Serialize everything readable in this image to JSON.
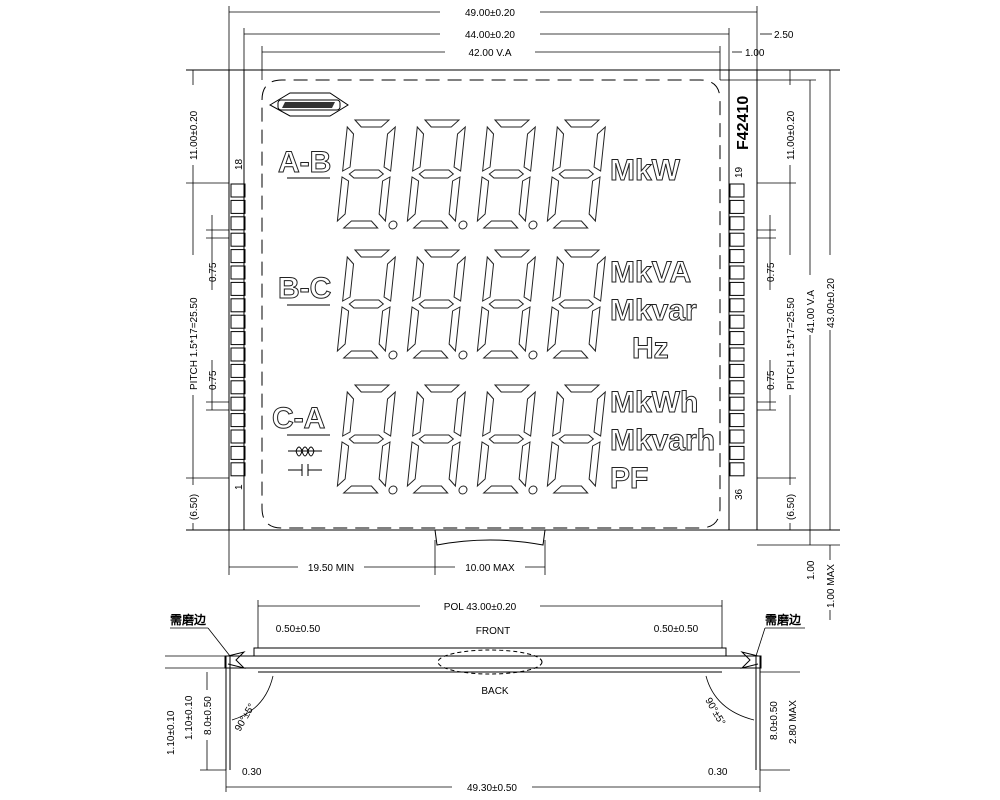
{
  "top_dims": {
    "overall": "49.00±0.20",
    "panel": "44.00±0.20",
    "viewing": "42.00 V.A",
    "right_margin": "2.50",
    "right_gap": "1.00"
  },
  "left_dims": {
    "top": "11.00±0.20",
    "pitch": "PITCH 1.5*17=25.50",
    "bottom": "(6.50)",
    "pin_w1": "0.75",
    "pin_w2": "0.75"
  },
  "right_dims": {
    "top": "11.00±0.20",
    "pitch": "PITCH 1.5*17=25.50",
    "bottom": "(6.50)",
    "pin_w1": "0.75",
    "pin_w2": "0.75",
    "va": "41.00 V.A",
    "overall": "43.00±0.20",
    "gap": "1.00",
    "max": "1.00 MAX"
  },
  "bottom_dims": {
    "min": "19.50 MIN",
    "tab": "10.00 MAX"
  },
  "pins": {
    "left_top": "18",
    "left_bottom": "1",
    "right_top": "19",
    "right_bottom": "36"
  },
  "model": "F42410",
  "labels": {
    "row1": "A-B",
    "row2": "B-C",
    "row3": "C-A"
  },
  "units": {
    "u1": "MkW",
    "u2": "MkVA",
    "u3": "Mkvar",
    "u4": "Hz",
    "u5": "MkWh",
    "u6": "Mkvarh",
    "u7": "PF"
  },
  "side_view": {
    "pol": "POL 43.00±0.20",
    "offset_left": "0.50±0.50",
    "offset_right": "0.50±0.50",
    "front": "FRONT",
    "back": "BACK",
    "note_left": "需磨边",
    "note_right": "需磨边",
    "t1": "1.10±0.10",
    "t2": "1.10±0.10",
    "lead_left": "8.0±0.50",
    "lead_right": "8.0±0.50",
    "max_h": "2.80 MAX",
    "angle_left": "90°±5°",
    "angle_right": "90°±5°",
    "lead_t_left": "0.30",
    "lead_t_right": "0.30",
    "overall": "49.30±0.50"
  }
}
